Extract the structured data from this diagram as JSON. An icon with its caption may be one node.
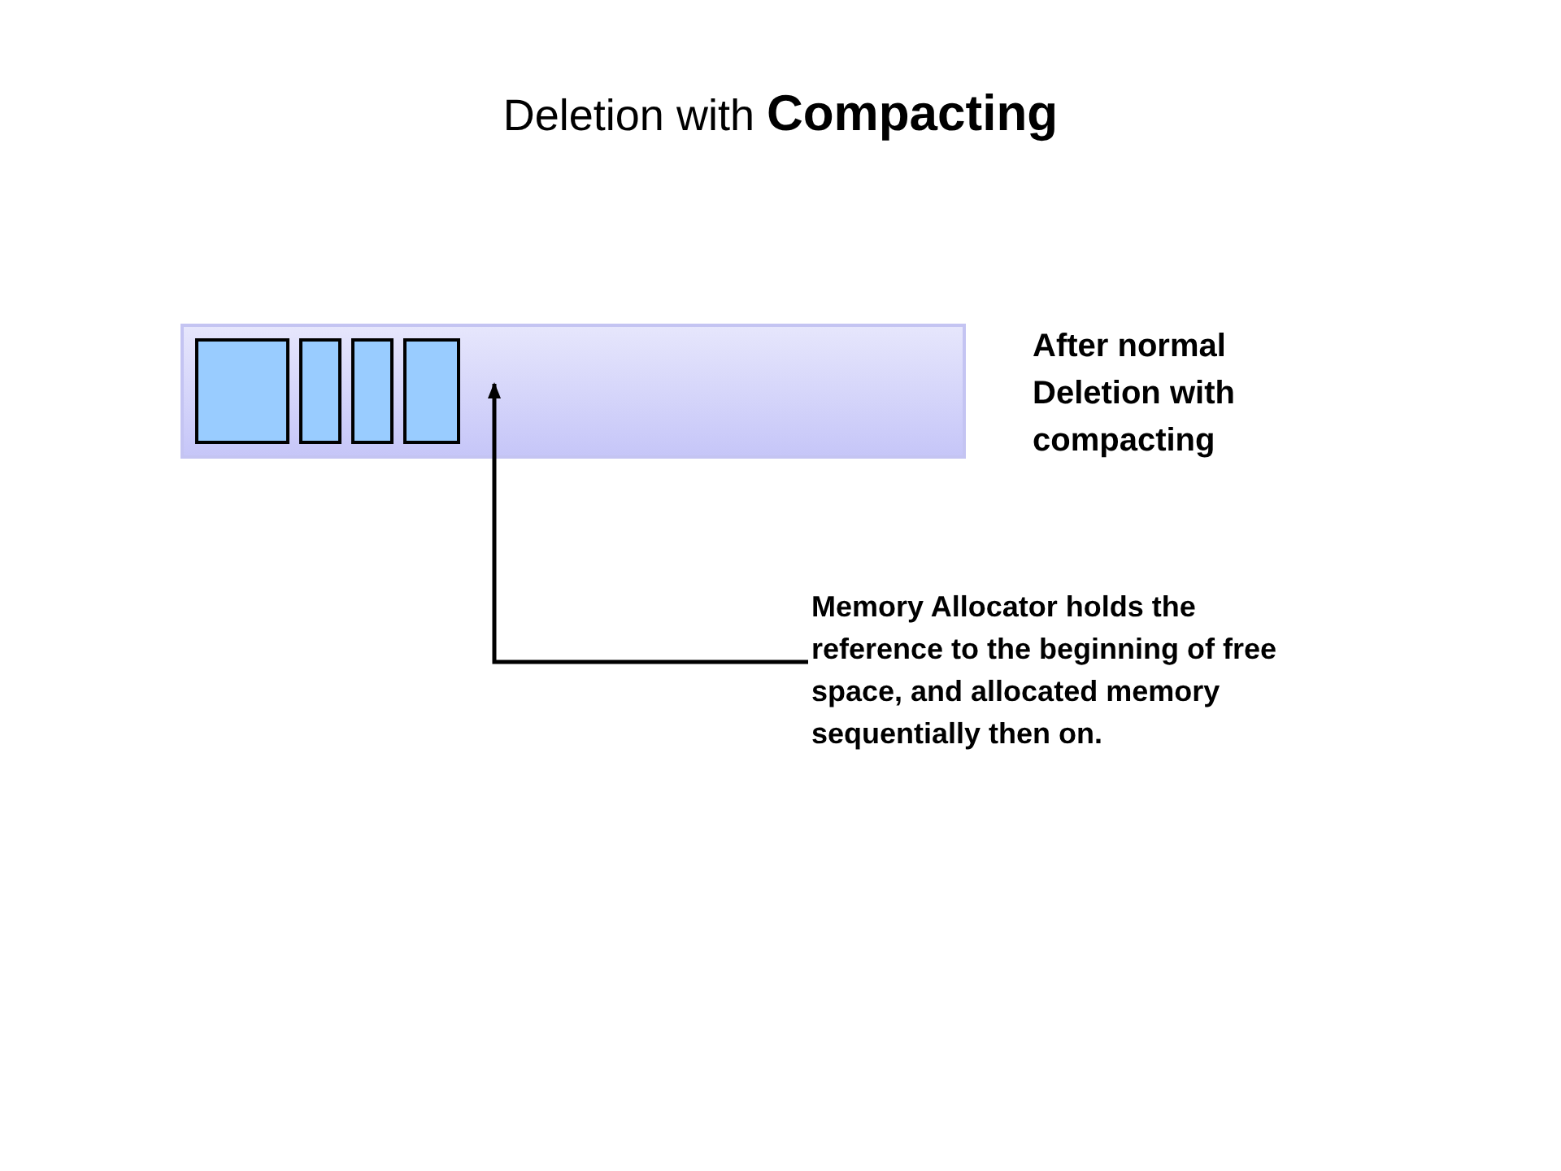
{
  "diagram": {
    "title": "Deletion with **Compacting**",
    "nodes": [
      {
        "text": [],
        "shape": "bar",
        "beside": [
          "After normal Deletion with compacting"
        ]
      },
      {
        "text": [],
        "shape": "box",
        "in": 0
      },
      {
        "text": [],
        "shape": "box",
        "in": 0
      },
      {
        "text": [],
        "shape": "box",
        "in": 0
      },
      {
        "text": [],
        "shape": "box",
        "in": 0
      },
      {
        "text": [
          "Memory Allocator holds the reference to the beginning of free space, and allocated memory sequentially then on."
        ]
      }
    ],
    "edges": [
      {
        "from": 5,
        "to": 0,
        "arrow": "to"
      }
    ]
  }
}
